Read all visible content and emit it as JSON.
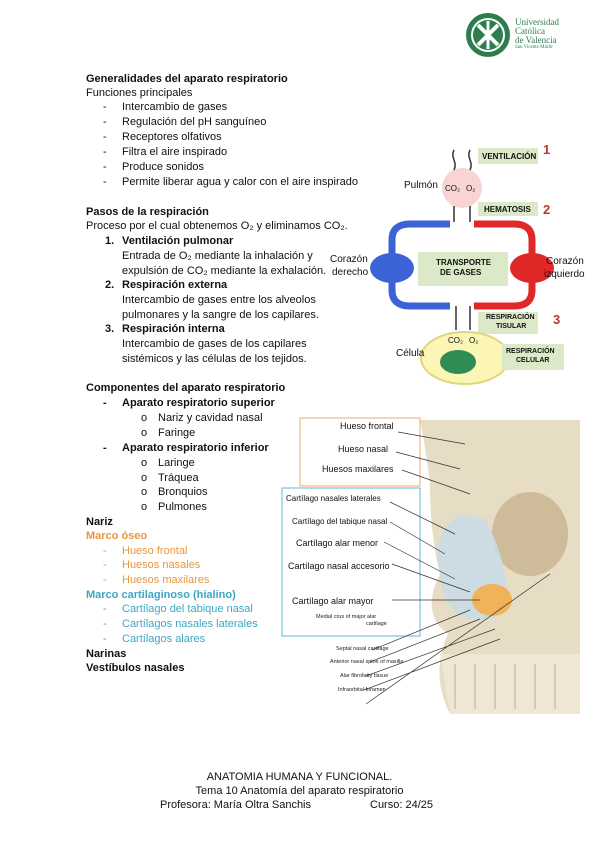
{
  "logo": {
    "line1": "Universidad",
    "line2": "Católica",
    "line3": "de Valencia",
    "line4": "San Vicente Mártir"
  },
  "s1": {
    "title": "Generalidades del aparato respiratorio",
    "subtitle": "Funciones principales",
    "items": [
      "Intercambio de gases",
      "Regulación del pH sanguíneo",
      "Receptores olfativos",
      "Filtra el aire inspirado",
      "Produce sonidos",
      "Permite liberar agua y calor con el aire inspirado"
    ]
  },
  "s2": {
    "title": "Pasos de la respiración",
    "intro": "Proceso por el cual obtenemos O₂ y eliminamos CO₂.",
    "steps": [
      {
        "n": "1.",
        "title": "Ventilación pulmonar",
        "l1": "Entrada de O₂ mediante la inhalación y",
        "l2": "expulsión de CO₂ mediante la exhalación."
      },
      {
        "n": "2.",
        "title": "Respiración externa",
        "l1": "Intercambio de gases entre los alveolos",
        "l2": "pulmonares y la sangre de los capilares."
      },
      {
        "n": "3.",
        "title": "Respiración interna",
        "l1": "Intercambio de gases de los capilares",
        "l2": "sistémicos y las células de los tejidos."
      }
    ]
  },
  "s3": {
    "title": "Componentes del aparato respiratorio",
    "sup": "Aparato respiratorio superior",
    "sup_items": [
      "Nariz y cavidad nasal",
      "Faringe"
    ],
    "inf": "Aparato respiratorio inferior",
    "inf_items": [
      "Laringe",
      "Tráquea",
      "Bronquios",
      "Pulmones"
    ]
  },
  "nariz": {
    "title": "Nariz",
    "oseo": "Marco óseo",
    "oseo_items": [
      "Hueso frontal",
      "Huesos nasales",
      "Huesos maxilares"
    ],
    "cart": "Marco cartilaginoso (hialino)",
    "cart_items": [
      "Cartílago del tabique nasal",
      "Cartílagos nasales laterales",
      "Cartílagos alares"
    ],
    "narinas": "Narinas",
    "vestibulos": "Vestíbulos nasales"
  },
  "diagram": {
    "ventilacion": "VENTILACIÓN",
    "n1": "1",
    "pulmon": "Pulmón",
    "co2": "CO₂",
    "o2": "O₂",
    "hematosis": "HEMATOSIS",
    "n2": "2",
    "corazon": "Corazón",
    "derecho": "derecho",
    "izquierdo": "izquierdo",
    "transporte1": "TRANSPORTE",
    "transporte2": "DE GASES",
    "resp1": "RESPIRACIÓN",
    "tisular": "TISULAR",
    "n3": "3",
    "celula": "Célula",
    "resp2": "RESPIRACIÓN",
    "celular": "CELULAR"
  },
  "anatomy": {
    "frontal": "Hueso frontal",
    "nasal": "Hueso nasal",
    "maxilares": "Huesos maxilares",
    "c1": "Cartílago nasales laterales",
    "c2": "Cartílago del tabique nasal",
    "c3": "Cartílago alar menor",
    "c4": "Cartílago nasal accesorio",
    "c5": "Cartílago alar mayor",
    "t1": "Medial crus of major alar",
    "t1b": "cartilage",
    "t2": "Septal nasal cartilage",
    "t3": "Anterior nasal spine of maxilla",
    "t4": "Alar fibrofatty tissue",
    "t5": "Infraorbital foramen"
  },
  "footer": {
    "l1": "ANATOMIA HUMANA Y FUNCIONAL.",
    "l2": "Tema 10 Anatomía del aparato respiratorio",
    "prof": "Profesora: María Oltra Sanchis",
    "curso": "Curso: 24/25"
  },
  "colors": {
    "brand": "#2e7d4f",
    "red": "#c8342c",
    "orange": "#e8973e",
    "blue": "#3ea6c3",
    "box_orange": "#f0a868",
    "box_blue": "#5fb8cf"
  }
}
